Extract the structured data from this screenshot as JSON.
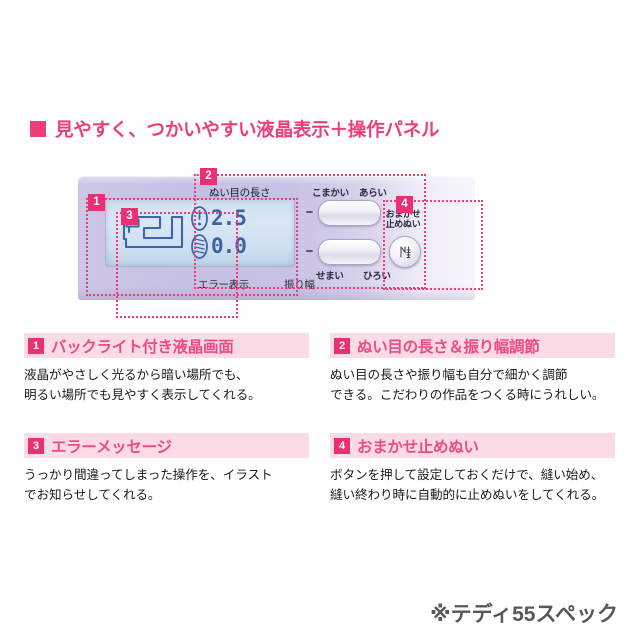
{
  "heading": {
    "bullet_color": "#ef3d7a",
    "text": "見やすく、つかいやすい液晶表示＋操作パネル"
  },
  "panel": {
    "markers": {
      "m1": "1",
      "m2": "2",
      "m3": "3",
      "m4": "4"
    },
    "labels": {
      "stitch_length": "ぬい目の長さ",
      "komakai": "こまかい",
      "arai": "あらい",
      "semai": "せまい",
      "hiroi": "ひろい",
      "omakase": "おまかせ\n止めぬい",
      "omakase_line1": "おまかせ",
      "omakase_line2": "止めぬい",
      "error_display": "エラー表示",
      "stitch_width": "振り幅"
    },
    "lcd": {
      "length_value": "2.5",
      "width_value": "0.0",
      "machine_icon": "sewing-machine-icon",
      "length_icon": "stitch-length-icon",
      "width_icon": "stitch-width-icon",
      "screen_color": "#cfe0f0",
      "digit_color": "#3d5fa8"
    },
    "buttons": {
      "length_adjust": "length-adjust-button",
      "width_adjust": "width-adjust-button",
      "auto_lock": "auto-lock-stitch-button"
    },
    "colors": {
      "body": "#c9c2e4",
      "callout": "#ef3d7a",
      "marker": "#ea2f73"
    }
  },
  "features": [
    {
      "num": "1",
      "title": "バックライト付き液晶画面",
      "body_line1": "液晶がやさしく光るから暗い場所でも、",
      "body_line2": "明るい場所でも見やすく表示してくれる。"
    },
    {
      "num": "2",
      "title": "ぬい目の長さ＆振り幅調節",
      "body_line1": "ぬい目の長さや振り幅も自分で細かく調節",
      "body_line2": "できる。こだわりの作品をつくる時にうれしい。"
    },
    {
      "num": "3",
      "title": "エラーメッセージ",
      "body_line1": "うっかり間違ってしまった操作を、イラスト",
      "body_line2": "でお知らせしてくれる。"
    },
    {
      "num": "4",
      "title": "おまかせ止めぬい",
      "body_line1": "ボタンを押して設定しておくだけで、縫い始め、",
      "body_line2": "縫い終わり時に自動的に止めぬいをしてくれる。"
    }
  ],
  "footer": {
    "note": "※テディ55スペック"
  }
}
